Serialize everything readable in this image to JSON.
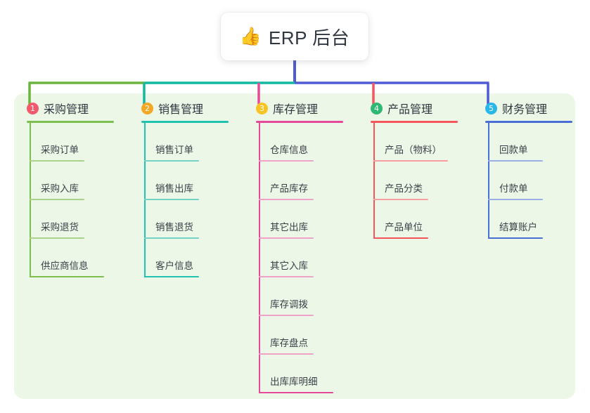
{
  "diagram": {
    "type": "mind-map",
    "background_color": "#ffffff",
    "panel_color": "#edf7e8",
    "root": {
      "icon": "thumbs-up-emoji",
      "emoji": "👍",
      "title": "ERP 后台",
      "card_color": "#ffffff",
      "stem_color": "#4e5bd4"
    },
    "trunk": {
      "segments": [
        {
          "name": "green-segment",
          "color": "#6cb33f"
        },
        {
          "name": "teal-segment",
          "color": "#12b8a0"
        },
        {
          "name": "indigo-segment",
          "color": "#4e5bd4"
        }
      ]
    },
    "branches": [
      {
        "index": "1",
        "title": "采购管理",
        "badge_color": "#f2596a",
        "line_color": "#7cbf4f",
        "leaf_line_color": "#a8d48a",
        "drop_color": "#6cb33f",
        "items": [
          "采购订单",
          "采购入库",
          "采购退货",
          "供应商信息"
        ]
      },
      {
        "index": "2",
        "title": "销售管理",
        "badge_color": "#f5a623",
        "line_color": "#1fc3ae",
        "leaf_line_color": "#74d3c6",
        "drop_color": "#12b8a0",
        "items": [
          "销售订单",
          "销售出库",
          "销售退货",
          "客户信息"
        ]
      },
      {
        "index": "3",
        "title": "库存管理",
        "badge_color": "#f7c325",
        "line_color": "#e54a9a",
        "leaf_line_color": "#efa3c9",
        "drop_color": "#ec4899",
        "items": [
          "仓库信息",
          "产品库存",
          "其它出库",
          "其它入库",
          "库存调拨",
          "库存盘点",
          "出库库明细"
        ]
      },
      {
        "index": "4",
        "title": "产品管理",
        "badge_color": "#2eb872",
        "line_color": "#f4565b",
        "leaf_line_color": "#f79ea0",
        "drop_color": "#f4565b",
        "items": [
          "产品（物料）",
          "产品分类",
          "产品单位"
        ]
      },
      {
        "index": "5",
        "title": "财务管理",
        "badge_color": "#29b6e8",
        "line_color": "#4a6fd4",
        "leaf_line_color": "#98aee4",
        "drop_color": "#4e5bd4",
        "items": [
          "回款单",
          "付款单",
          "结算账户"
        ]
      }
    ]
  }
}
